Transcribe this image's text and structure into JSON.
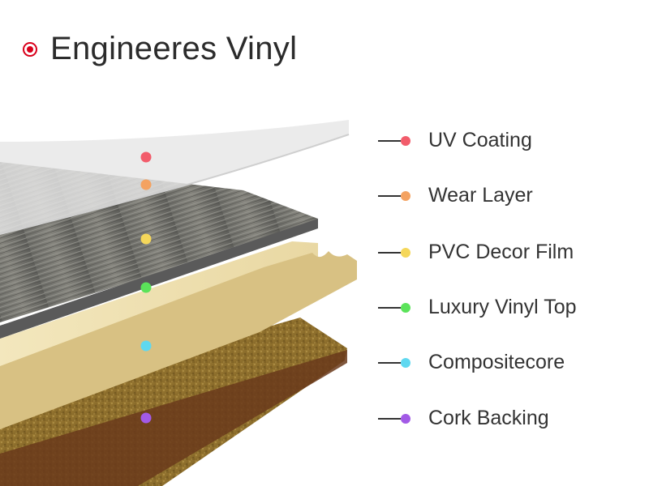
{
  "title": "Engineeres Vinyl",
  "colors": {
    "title_bullet": "#d9001b",
    "uv": "#f25c6b",
    "wear": "#f4a261",
    "decor": "#f5d75a",
    "lvt": "#5be35a",
    "core": "#5fd8f0",
    "cork": "#a25ae6"
  },
  "layers": [
    {
      "key": "uv",
      "label": "UV Coating",
      "color": "#f25c6b",
      "icon": "dot"
    },
    {
      "key": "wear",
      "label": "Wear Layer",
      "color": "#f4a261",
      "icon": "dot"
    },
    {
      "key": "decor",
      "label": "PVC Decor Film",
      "color": "#f5d75a",
      "icon": "dot"
    },
    {
      "key": "lvt",
      "label": "Luxury Vinyl Top",
      "color": "#5be35a",
      "icon": "dot"
    },
    {
      "key": "core",
      "label": "Compositecore",
      "color": "#5fd8f0",
      "icon": "dot"
    },
    {
      "key": "cork",
      "label": "Cork Backing",
      "color": "#a25ae6",
      "icon": "dot"
    }
  ]
}
